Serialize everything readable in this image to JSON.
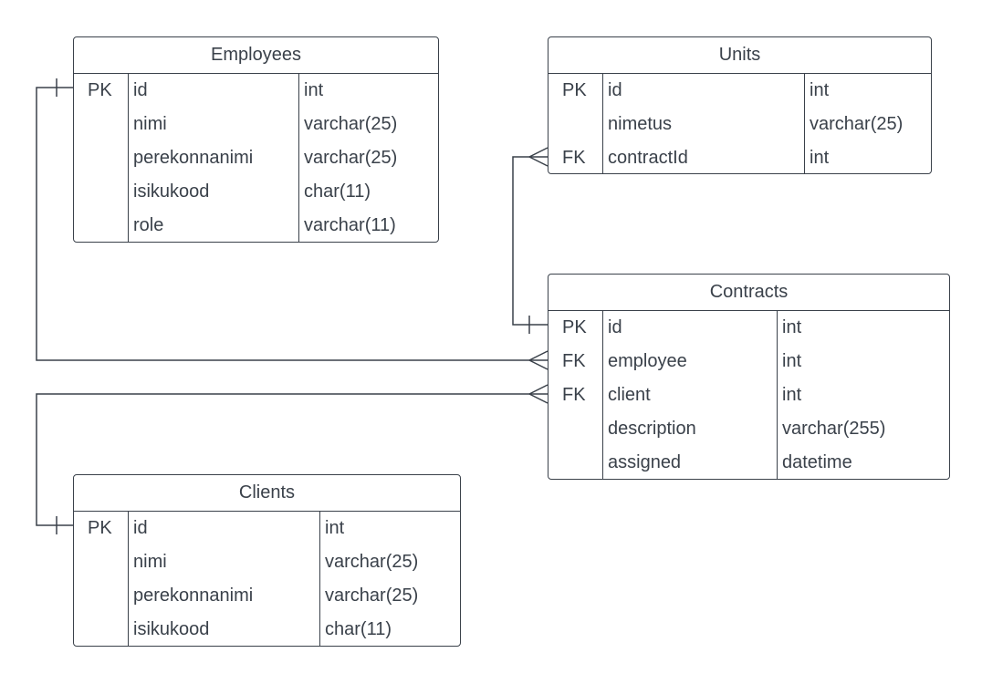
{
  "entities": {
    "employees": {
      "title": "Employees",
      "rows": [
        {
          "key": "PK",
          "name": "id",
          "type": "int"
        },
        {
          "key": "",
          "name": "nimi",
          "type": "varchar(25)"
        },
        {
          "key": "",
          "name": "perekonnanimi",
          "type": "varchar(25)"
        },
        {
          "key": "",
          "name": "isikukood",
          "type": "char(11)"
        },
        {
          "key": "",
          "name": "role",
          "type": "varchar(11)"
        }
      ]
    },
    "units": {
      "title": "Units",
      "rows": [
        {
          "key": "PK",
          "name": "id",
          "type": "int"
        },
        {
          "key": "",
          "name": "nimetus",
          "type": "varchar(25)"
        },
        {
          "key": "FK",
          "name": "contractId",
          "type": "int"
        }
      ]
    },
    "contracts": {
      "title": "Contracts",
      "rows": [
        {
          "key": "PK",
          "name": "id",
          "type": "int"
        },
        {
          "key": "FK",
          "name": "employee",
          "type": "int"
        },
        {
          "key": "FK",
          "name": "client",
          "type": "int"
        },
        {
          "key": "",
          "name": "description",
          "type": "varchar(255)"
        },
        {
          "key": "",
          "name": "assigned",
          "type": "datetime"
        }
      ]
    },
    "clients": {
      "title": "Clients",
      "rows": [
        {
          "key": "PK",
          "name": "id",
          "type": "int"
        },
        {
          "key": "",
          "name": "nimi",
          "type": "varchar(25)"
        },
        {
          "key": "",
          "name": "perekonnanimi",
          "type": "varchar(25)"
        },
        {
          "key": "",
          "name": "isikukood",
          "type": "char(11)"
        }
      ]
    }
  },
  "relationships": [
    {
      "from": "employees.id",
      "to": "contracts.employee",
      "from_cardinality": "one",
      "to_cardinality": "many"
    },
    {
      "from": "clients.id",
      "to": "contracts.client",
      "from_cardinality": "one",
      "to_cardinality": "many"
    },
    {
      "from": "contracts.id",
      "to": "units.contractId",
      "from_cardinality": "one",
      "to_cardinality": "many"
    }
  ]
}
